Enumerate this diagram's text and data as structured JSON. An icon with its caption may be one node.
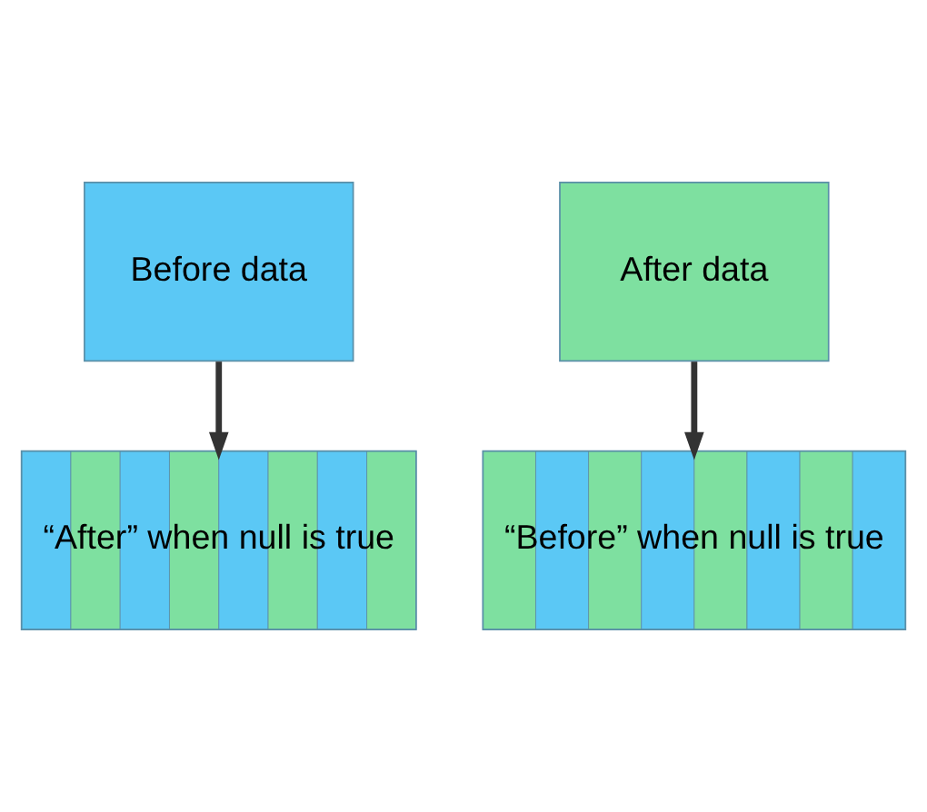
{
  "diagram": {
    "nodes": [
      {
        "text": [
          "Before data"
        ]
      },
      {
        "text": [
          "After data"
        ]
      },
      {
        "text": [
          "“Before” when null is true"
        ]
      },
      {
        "text": [
          "“After” when null is true"
        ]
      }
    ],
    "edges": [
      {
        "from": 0,
        "to": 3,
        "arrow": "to"
      },
      {
        "from": 1,
        "to": 2,
        "arrow": "to"
      }
    ]
  }
}
